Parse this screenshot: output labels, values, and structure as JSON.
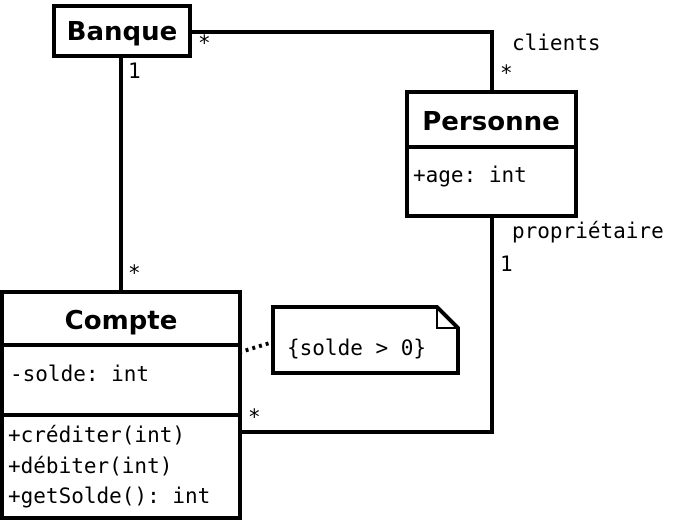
{
  "classes": {
    "banque": {
      "name": "Banque"
    },
    "personne": {
      "name": "Personne",
      "attributes": [
        "+age: int"
      ]
    },
    "compte": {
      "name": "Compte",
      "attributes": [
        "-solde: int"
      ],
      "operations": [
        "+créditer(int)",
        "+débiter(int)",
        "+getSolde(): int"
      ]
    }
  },
  "associations": {
    "banque_personne": {
      "role": "clients",
      "banque_multiplicity": "*",
      "personne_multiplicity": "*"
    },
    "banque_compte": {
      "banque_multiplicity": "1",
      "compte_multiplicity": "*"
    },
    "personne_compte": {
      "role": "propriétaire",
      "personne_multiplicity": "1",
      "compte_multiplicity": "*"
    }
  },
  "note": {
    "text": "{solde > 0}"
  }
}
